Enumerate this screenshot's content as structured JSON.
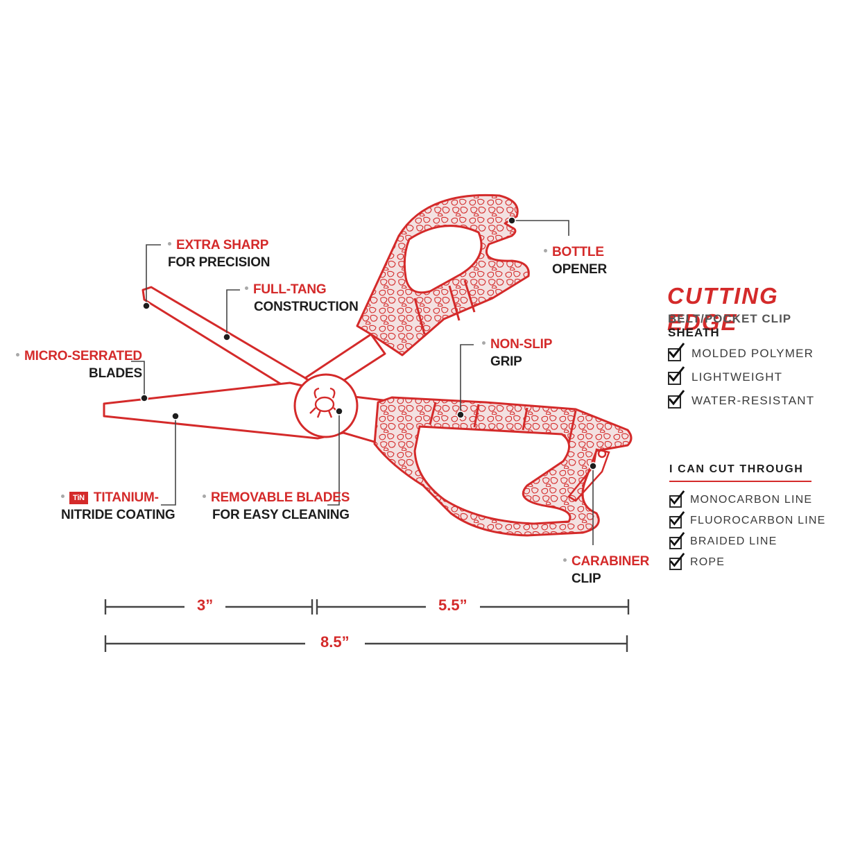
{
  "callouts": {
    "extra_sharp": {
      "red": "EXTRA SHARP",
      "black": "FOR PRECISION"
    },
    "full_tang": {
      "red": "FULL-TANG",
      "black": "CONSTRUCTION"
    },
    "micro_serrated": {
      "red": "MICRO-SERRATED",
      "black": "BLADES"
    },
    "titanium": {
      "badge": "TiN",
      "red": "TITANIUM-",
      "black": "NITRIDE COATING"
    },
    "removable": {
      "red": "REMOVABLE BLADES",
      "black": "FOR EASY CLEANING"
    },
    "bottle": {
      "red": "BOTTLE",
      "black": "OPENER"
    },
    "non_slip": {
      "red": "NON-SLIP",
      "black": "GRIP"
    },
    "carabiner": {
      "red": "CARABINER",
      "black": "CLIP"
    }
  },
  "dimensions": {
    "blade": "3”",
    "handle": "5.5”",
    "total": "8.5”"
  },
  "sheath": {
    "title": "CUTTING EDGE",
    "subtitle_light": "BELT/POCKET CLIP",
    "subtitle_bold": "SHEATH",
    "features": [
      "MOLDED POLYMER",
      "LIGHTWEIGHT",
      "WATER-RESISTANT"
    ]
  },
  "cuts": {
    "heading": "I CAN CUT THROUGH",
    "items": [
      "MONOCARBON LINE",
      "FLUOROCARBON LINE",
      "BRAIDED LINE",
      "ROPE"
    ]
  },
  "colors": {
    "accent": "#d42a2a",
    "text": "#1d1d1d",
    "leader": "#444444"
  },
  "icons": [
    "scissors-illustration",
    "checkbox-icon",
    "tin-badge",
    "crab-logo-icon"
  ]
}
